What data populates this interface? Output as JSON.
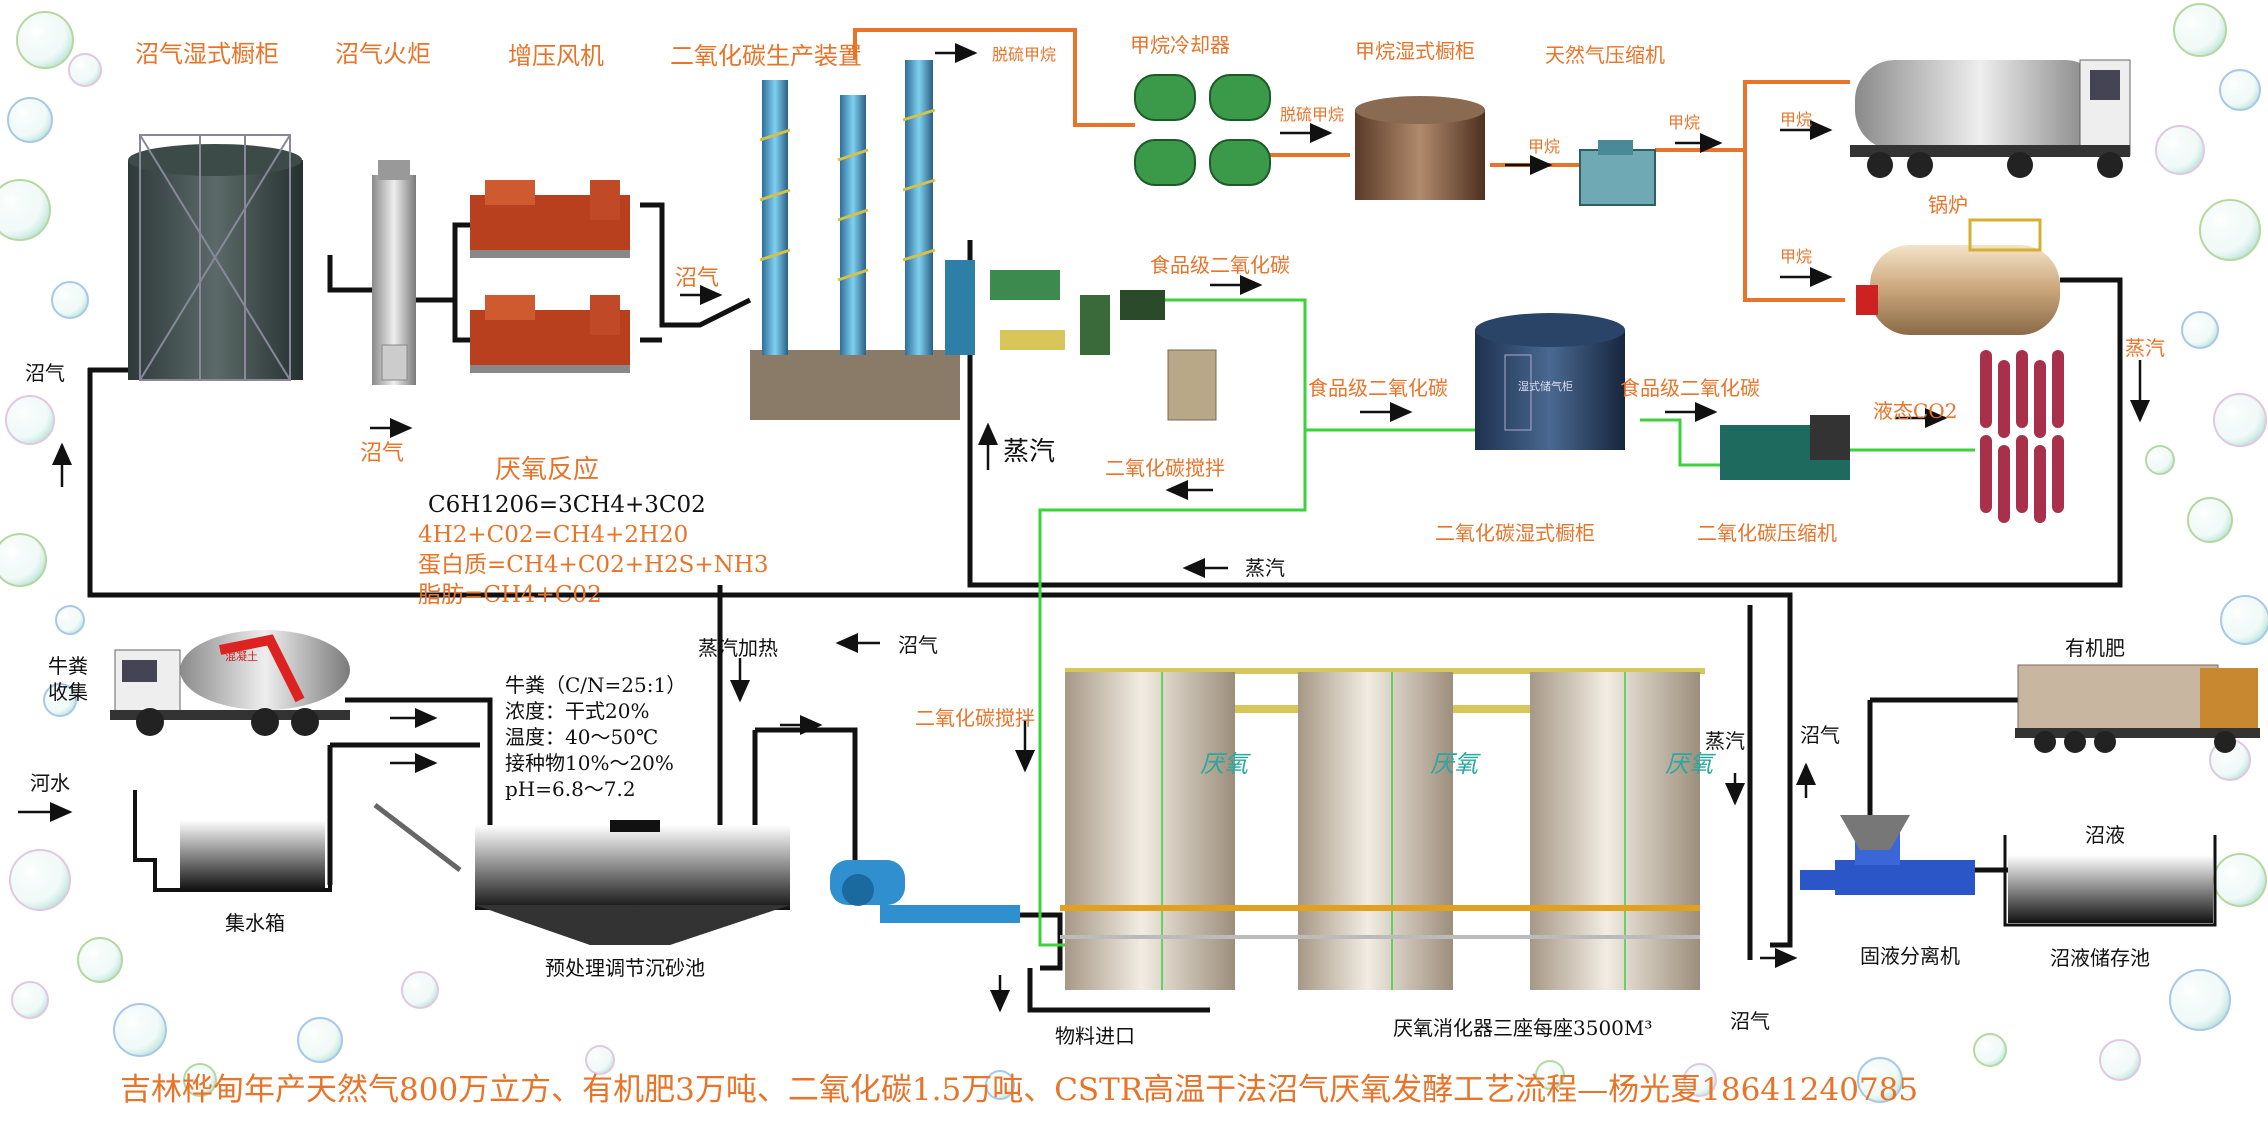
{
  "colors": {
    "accent": "#e8742a",
    "gas_line": "#111111",
    "co2_line": "#3dd13d",
    "methane_line": "#e8742a",
    "title": "#e8742a"
  },
  "labels": {
    "biogas_holder": "沼气湿式橱柜",
    "biogas_torch": "沼气火炬",
    "booster_fan": "增压风机",
    "co2_plant": "二氧化碳生产装置",
    "desulf_methane_1": "脱硫甲烷",
    "methane_cooler": "甲烷冷却器",
    "desulf_methane_2": "脱硫甲烷",
    "methane_holder": "甲烷湿式橱柜",
    "ng_compressor": "天然气压缩机",
    "methane_a": "甲烷",
    "methane_b": "甲烷",
    "methane_c": "甲烷",
    "methane_d": "甲烷",
    "boiler": "锅炉",
    "steam_right": "蒸汽",
    "food_co2_1": "食品级二氧化碳",
    "food_co2_2": "食品级二氧化碳",
    "food_co2_3": "食品级二氧化碳",
    "liquid_co2": "液态CO2",
    "co2_holder": "二氧化碳湿式橱柜",
    "co2_compressor": "二氧化碳压缩机",
    "biogas_left": "沼气",
    "biogas_mid": "沼气",
    "biogas_fan": "沼气",
    "steam_up": "蒸汽",
    "co2_stir_1": "二氧化碳搅拌",
    "steam_mid": "蒸汽",
    "anaerobic_title": "厌氧反应",
    "eq1": "C6H1206=3CH4+3C02",
    "eq2": "4H2+C02=CH4+2H20",
    "eq3": "蛋白质=CH4+C02+H2S+NH3",
    "eq4": "脂肪=CH4+C02",
    "steam_heat": "蒸汽加热",
    "biogas_heat": "沼气",
    "manure_collect": "牛粪\n收集",
    "param1": "牛粪（C/N=25:1）",
    "param2": "浓度：干式20%",
    "param3": "温度：40～50℃",
    "param4": "接种物10%～20%",
    "param5": "pH=6.8～7.2",
    "co2_stir_2": "二氧化碳搅拌",
    "river_water": "河水",
    "tank": "集水箱",
    "pretreat": "预处理调节沉砂池",
    "material_inlet": "物料进口",
    "digester": "厌氧消化器三座每座3500M³",
    "biogas_out": "沼气",
    "steam_digester": "蒸汽",
    "biogas_up": "沼气",
    "organic_fert": "有机肥",
    "slurry": "沼液",
    "separator": "固液分离机",
    "slurry_pool": "沼液储存池",
    "digester_sign": "厌氧",
    "gasholder_sign": "湿式储气柜",
    "truck_brand": "混凝土",
    "footer": "吉林桦甸年产天然气800万立方、有机肥3万吨、二氧化碳1.5万吨、CSTR高温干法沼气厌氧发酵工艺流程—杨光夏18641240785"
  }
}
